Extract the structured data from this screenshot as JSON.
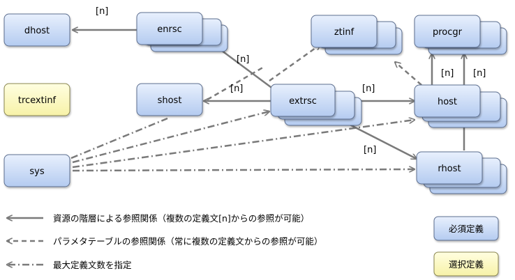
{
  "nodes": {
    "dhost": "dhost",
    "enrsc": "enrsc",
    "ztinf": "ztinf",
    "procgr": "procgr",
    "trcextinf": "trcextinf",
    "shost": "shost",
    "extrsc": "extrsc",
    "host": "host",
    "sys": "sys",
    "rhost": "rhost"
  },
  "edge_labels": {
    "enrsc_dhost": "[n]",
    "extrsc_enrsc": "[n]",
    "extrsc_ztinf": "[n]",
    "extrsc_host": "[n]",
    "extrsc_rhost": "[n]",
    "host_procgr_a": "[n]",
    "host_procgr_b": "[n]"
  },
  "legend": {
    "solid": "資源の階層による参照関係（複数の定義文[n]からの参照が可能）",
    "dashed": "パラメタテーブルの参照関係（常に複数の定義文からの参照が可能）",
    "dashdot": "最大定義文数を指定",
    "required": "必須定義",
    "optional": "選択定義"
  },
  "colors": {
    "required_fill": "#c6d8f5",
    "optional_fill": "#fdfbc5",
    "line": "#7a7a7a"
  }
}
